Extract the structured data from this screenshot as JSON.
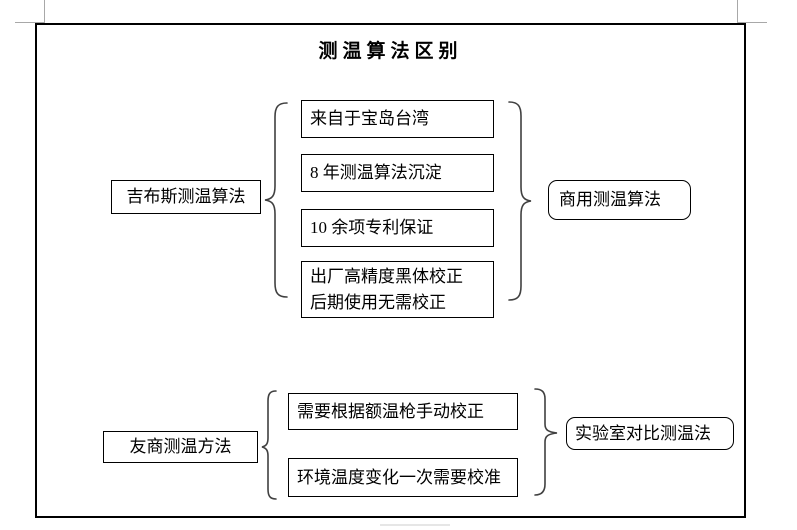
{
  "title": "测温算法区别",
  "top_group": {
    "source_box": "吉布斯测温算法",
    "result_box": "商用测温算法",
    "points": [
      {
        "line1": "来自于宝岛台湾"
      },
      {
        "line1": "8 年测温算法沉淀"
      },
      {
        "line1": "10 余项专利保证"
      },
      {
        "line1": "出厂高精度黑体校正",
        "line2": "后期使用无需校正"
      }
    ]
  },
  "bottom_group": {
    "source_box": "友商测温方法",
    "result_box": "实验室对比测温法",
    "points": [
      {
        "line1": "需要根据额温枪手动校正"
      },
      {
        "line1": "环境温度变化一次需要校准"
      }
    ]
  },
  "colors": {
    "line": "#000000",
    "brace": "#404040",
    "page_mark": "#a8a8a8"
  }
}
